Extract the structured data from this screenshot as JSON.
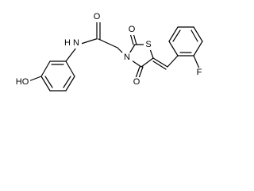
{
  "structure": {
    "atoms": {
      "O_amide": "O",
      "N_amide": "N",
      "H_amide": "H",
      "N_ring": "N",
      "S_ring": "S",
      "O_ring_top": "O",
      "O_ring_bottom": "O",
      "F": "F",
      "HO": "HO"
    },
    "colors": {
      "bond": "#000000",
      "label": "#000000",
      "background": "#ffffff"
    }
  }
}
